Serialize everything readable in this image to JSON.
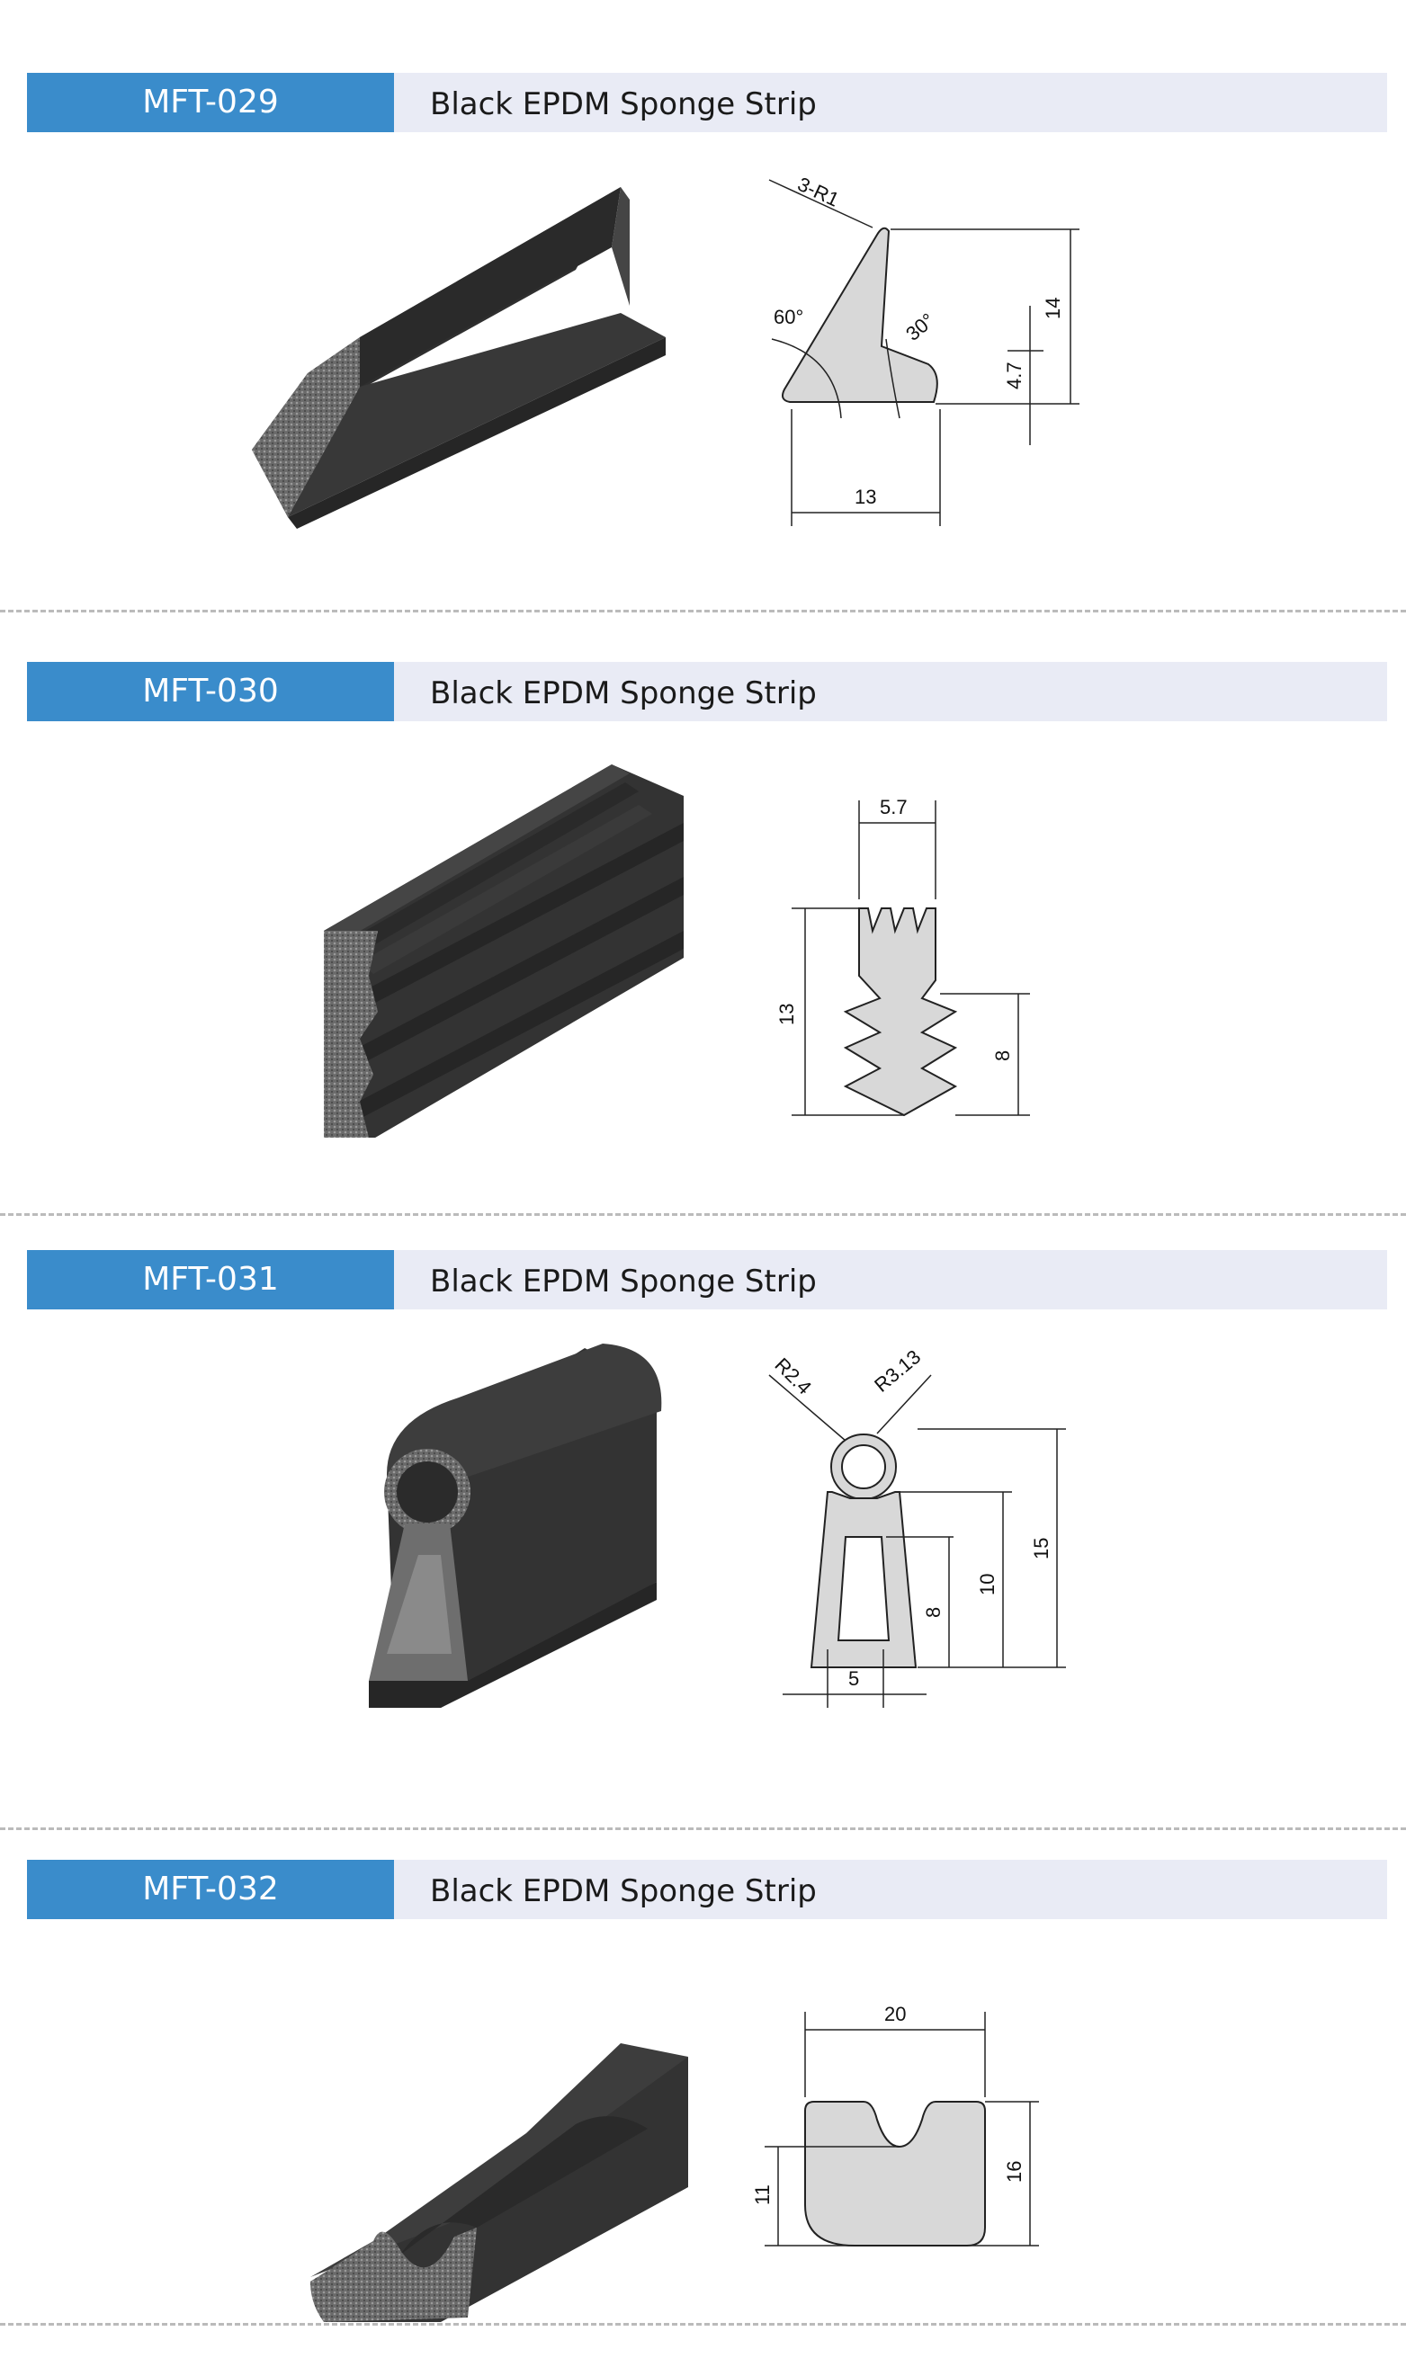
{
  "colors": {
    "header_accent": "#3a8ccb",
    "header_bg": "#e9ebf5",
    "rubber": "#333333",
    "sponge": "#6b6b6b",
    "profile_fill": "#d8d8d8"
  },
  "products": [
    {
      "code": "MFT-029",
      "name": "Black EPDM Sponge Strip",
      "dims": {
        "radius": "3-R1",
        "angle_left": "60°",
        "angle_right": "30°",
        "height": "14",
        "notch_height": "4.7",
        "width": "13"
      }
    },
    {
      "code": "MFT-030",
      "name": "Black EPDM Sponge Strip",
      "dims": {
        "top_width": "5.7",
        "height": "13",
        "lower_height": "8"
      }
    },
    {
      "code": "MFT-031",
      "name": "Black EPDM Sponge Strip",
      "dims": {
        "radius_inner": "R2.4",
        "radius_outer": "R3.13",
        "height": "15",
        "body_height": "10",
        "opening_height": "8",
        "opening_width": "5"
      }
    },
    {
      "code": "MFT-032",
      "name": "Black EPDM Sponge Strip",
      "dims": {
        "width": "20",
        "height": "16",
        "groove_depth": "11"
      }
    }
  ]
}
